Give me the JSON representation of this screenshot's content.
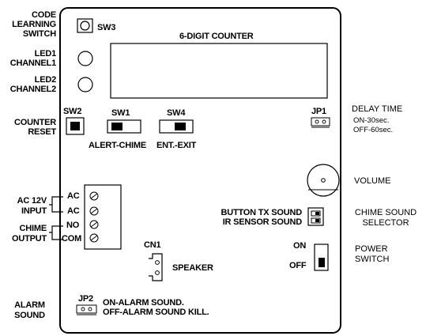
{
  "left_labels": {
    "code_learning_switch": [
      "CODE",
      "LEARNING",
      "SWITCH"
    ],
    "led1": [
      "LED1",
      "CHANNEL1"
    ],
    "led2": [
      "LED2",
      "CHANNEL2"
    ],
    "counter_reset": [
      "COUNTER",
      "RESET"
    ],
    "ac_input": [
      "AC 12V",
      "INPUT"
    ],
    "chime_output": [
      "CHIME",
      "OUTPUT"
    ],
    "alarm_sound": [
      "ALARM",
      "SOUND"
    ]
  },
  "board": {
    "sw3": "SW3",
    "counter_title": "6-DIGIT COUNTER",
    "sw2": "SW2",
    "sw1": "SW1",
    "sw4": "SW4",
    "jp1": "JP1",
    "alert_chime": "ALERT-CHIME",
    "ent_exit": "ENT.-EXIT",
    "terminals": [
      "AC",
      "AC",
      "NO",
      "COM"
    ],
    "button_tx_sound": "BUTTON TX SOUND",
    "ir_sensor_sound": "IR SENSOR SOUND",
    "cn1": "CN1",
    "speaker": "SPEAKER",
    "on": "ON",
    "off": "OFF",
    "jp2": "JP2",
    "jp2_on": "ON-ALARM SOUND.",
    "jp2_off": "OFF-ALARM SOUND KILL."
  },
  "right_labels": {
    "delay_time": "DELAY TIME",
    "delay_on": "ON-30sec.",
    "delay_off": "OFF-60sec.",
    "volume": "VOLUME",
    "chime_sound_selector": [
      "CHIME SOUND",
      "SELECTOR"
    ],
    "power_switch": [
      "POWER",
      "SWITCH"
    ]
  }
}
